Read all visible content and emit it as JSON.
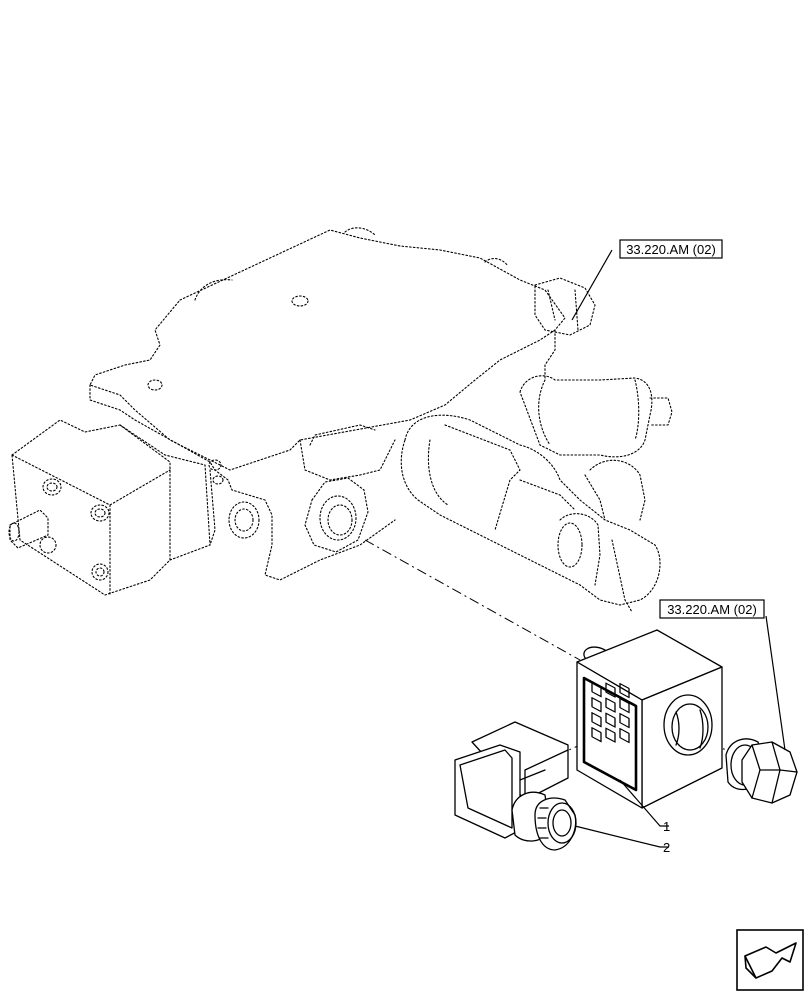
{
  "references": [
    {
      "id": "ref-top",
      "text": "33.220.AM (02)"
    },
    {
      "id": "ref-right",
      "text": "33.220.AM (02)"
    }
  ],
  "callouts": [
    {
      "id": "callout-1",
      "text": "1"
    },
    {
      "id": "callout-2",
      "text": "2"
    }
  ],
  "icons": {
    "nav": "next-page-arrow-icon"
  }
}
